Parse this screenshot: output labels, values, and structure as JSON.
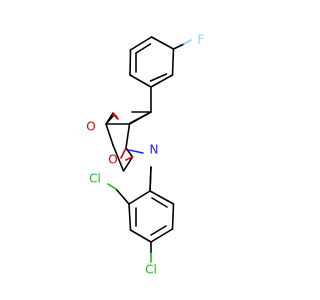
{
  "molecule": {
    "atoms": [
      {
        "symbol": "F",
        "color": "#8fd6ff"
      },
      {
        "symbol": "O",
        "color": "#e00000"
      },
      {
        "symbol": "O",
        "color": "#e00000"
      },
      {
        "symbol": "N",
        "color": "#2020ff"
      },
      {
        "symbol": "Cl",
        "color": "#1fb81f"
      },
      {
        "symbol": "Cl",
        "color": "#1fb81f"
      }
    ]
  }
}
